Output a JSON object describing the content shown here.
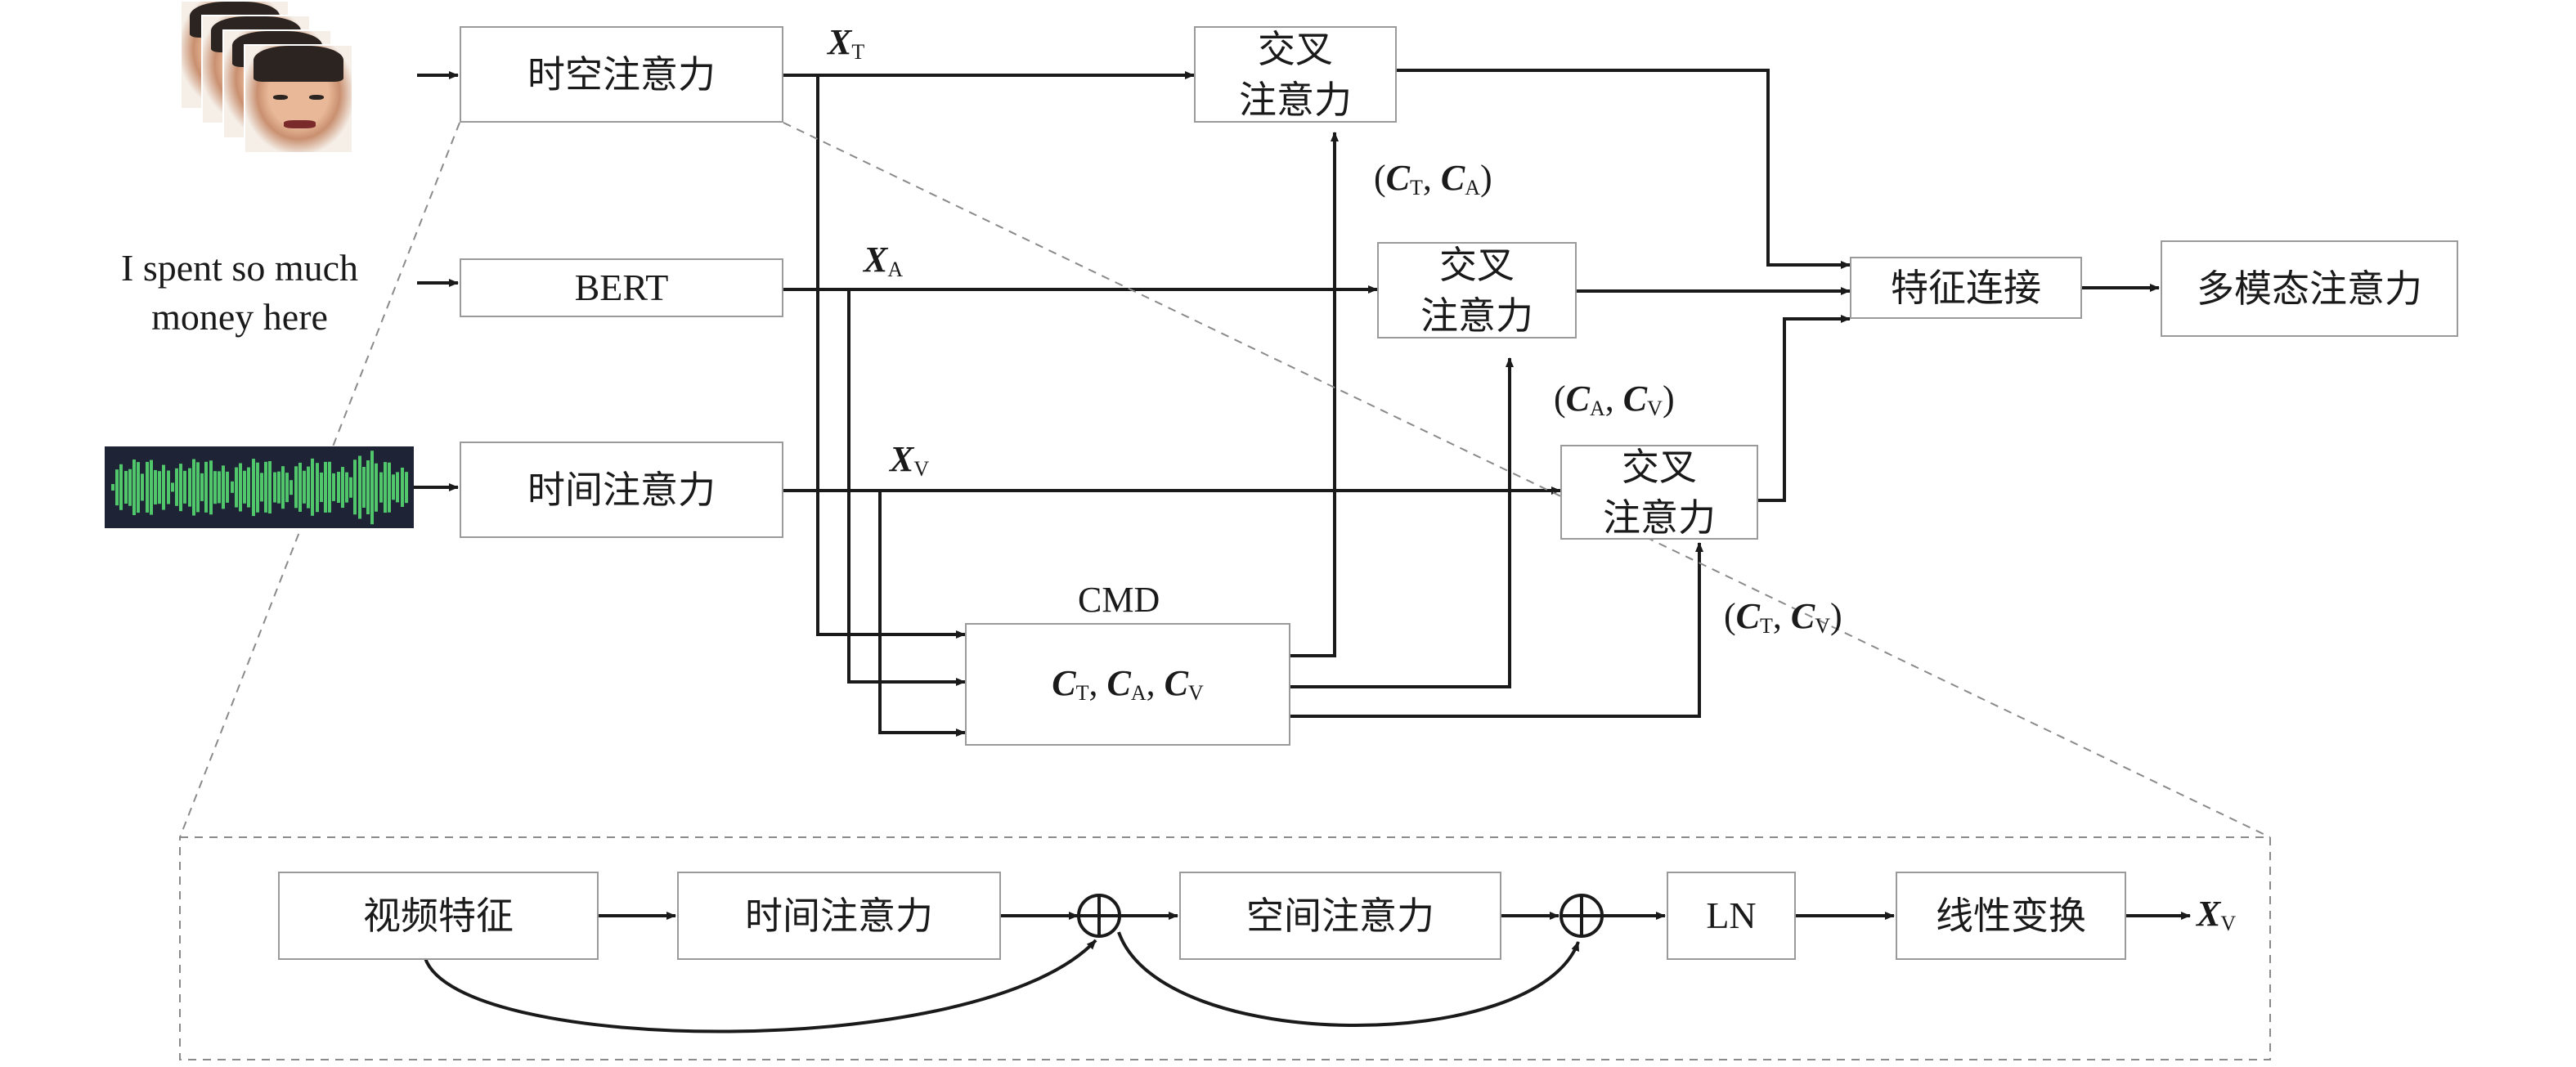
{
  "nodes": {
    "spatiotemporal_attention": "时空注意力",
    "bert": "BERT",
    "temporal_attention_audio": "时间注意力",
    "cross_attention_1": [
      "交叉",
      "注意力"
    ],
    "cross_attention_2": [
      "交叉",
      "注意力"
    ],
    "cross_attention_3": [
      "交叉",
      "注意力"
    ],
    "feature_concat": "特征连接",
    "multimodal_attention": "多模态注意力",
    "cmd": "CMD"
  },
  "input_text": [
    "I spent so much",
    "money here"
  ],
  "detail": {
    "video_features": "视频特征",
    "temporal_attention": "时间注意力",
    "spatial_attention": "空间注意力",
    "ln": "LN",
    "linear_transform": "线性变换"
  },
  "labels": {
    "x_t": {
      "main": "X",
      "sub": "T"
    },
    "x_a": {
      "main": "X",
      "sub": "A"
    },
    "x_v": {
      "main": "X",
      "sub": "V"
    },
    "x_v_out": {
      "main": "X",
      "sub": "V"
    },
    "pair_ta": [
      {
        "main": "C",
        "sub": "T"
      },
      {
        "main": "C",
        "sub": "A"
      }
    ],
    "pair_av": [
      {
        "main": "C",
        "sub": "A"
      },
      {
        "main": "C",
        "sub": "V"
      }
    ],
    "pair_tv": [
      {
        "main": "C",
        "sub": "T"
      },
      {
        "main": "C",
        "sub": "V"
      }
    ],
    "cmd_outputs": [
      {
        "main": "C",
        "sub": "T"
      },
      {
        "main": "C",
        "sub": "A"
      },
      {
        "main": "C",
        "sub": "V"
      }
    ]
  },
  "colors": {
    "line": "#1a1a1a",
    "box_border": "#9a9a9a",
    "dashed": "#8a8a8a",
    "waveform_bg": "#1e2436",
    "waveform": "#4fc76a"
  }
}
